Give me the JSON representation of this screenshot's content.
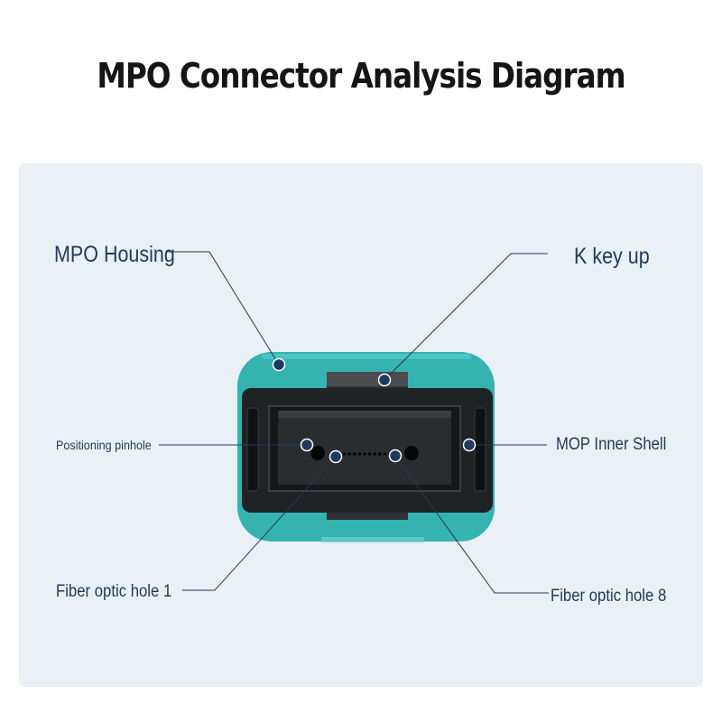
{
  "title": "MPO Connector Analysis Diagram",
  "labels": {
    "housing": "MPO Housing",
    "key": "K key up",
    "pinhole": "Positioning pinhole",
    "inner_shell": "MOP Inner Shell",
    "fiber1": "Fiber optic hole 1",
    "fiber8": "Fiber optic hole 8"
  },
  "colors": {
    "housing": "#34b3b1",
    "body": "#1f2326",
    "ferrule": "#2a2d30",
    "line": "#223a59",
    "marker": "#1e3a5f",
    "panel": "#e9f0f6"
  }
}
